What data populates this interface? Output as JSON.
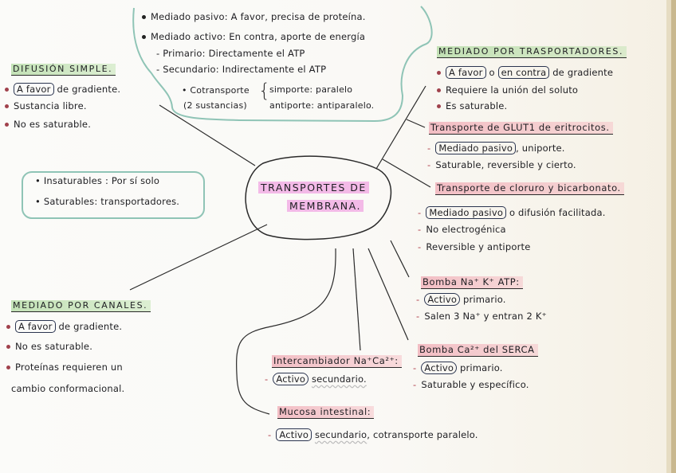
{
  "colors": {
    "paper": "#faf9f6",
    "ink": "#1e1e22",
    "green_highlight": "#b0d9a0",
    "pink_highlight": "#f0aab4",
    "center_highlight": "#f0a0e1",
    "teal_outline": "#8fc4b6",
    "bullet_red": "#a0414c"
  },
  "center": {
    "line1": "TRANSPORTES DE",
    "line2": "MEMBRANA."
  },
  "top_box": {
    "item1_label": "Mediado pasivo:",
    "item1_text": "A favor, precisa de proteína.",
    "item2_label": "Mediado activo:",
    "item2_text": "En contra, aporte de energía",
    "sub1_label": "- Primario:",
    "sub1_text": "Directamente el ATP",
    "sub2_label": "- Secundario:",
    "sub2_text": "Indirectamente el ATP",
    "cotransporte": "• Cotransporte",
    "cotransporte_note": "(2 sustancias)",
    "simporte": "simporte: paralelo",
    "antiporte": "antiporte: antiparalelo."
  },
  "difusion_simple": {
    "title": "Difusión simple.",
    "items": [
      {
        "boxed": "A favor",
        "text": "de gradiente."
      },
      {
        "boxed": "",
        "text": "Sustancia libre."
      },
      {
        "boxed": "",
        "text": "No es saturable."
      }
    ]
  },
  "saturable_box": {
    "items": [
      "• Insaturables : Por sí solo",
      "• Saturables: transportadores."
    ]
  },
  "canales": {
    "title": "Mediado por canales.",
    "items": [
      {
        "boxed": "A favor",
        "text": "de gradiente."
      },
      {
        "boxed": "",
        "text": "No es saturable."
      },
      {
        "boxed": "",
        "text": "Proteínas requieren un"
      }
    ],
    "continuation": "cambio conformacional."
  },
  "transportadores": {
    "title": "Mediado por trasportadores.",
    "item1_box_a": "A favor",
    "item1_mid": "o",
    "item1_box_b": "en contra",
    "item1_end": "de gradiente",
    "item2": "Requiere la unión del soluto",
    "item3": "Es saturable."
  },
  "glut1": {
    "title": "Transporte de GLUT1 de eritrocitos.",
    "line1_box": "Mediado pasivo",
    "line1_text": ", uniporte.",
    "line2": "Saturable, reversible y cierto."
  },
  "cloruro": {
    "title": "Transporte de cloruro y bicarbonato.",
    "line1_box": "Mediado pasivo",
    "line1_text": "o difusión facilitada.",
    "line2": "No electrogénica",
    "line3": "Reversible y antiporte"
  },
  "nak": {
    "title": "Bomba Na⁺ K⁺ ATP:",
    "line1_box": "Activo",
    "line1_text": "primario.",
    "line2": "Salen 3 Na⁺ y entran 2 K⁺"
  },
  "serca": {
    "title": "Bomba Ca²⁺ del SERCA",
    "line1_box": "Activo",
    "line1_text": "primario.",
    "line2": "Saturable y específico."
  },
  "naca": {
    "title": "Intercambiador Na⁺Ca²⁺:",
    "line1_box": "Activo",
    "line1_text": "secundario."
  },
  "mucosa": {
    "title": "Mucosa intestinal:",
    "line1_box": "Activo",
    "line1_text": "secundario",
    "line1_rest": ", cotransporte paralelo."
  }
}
